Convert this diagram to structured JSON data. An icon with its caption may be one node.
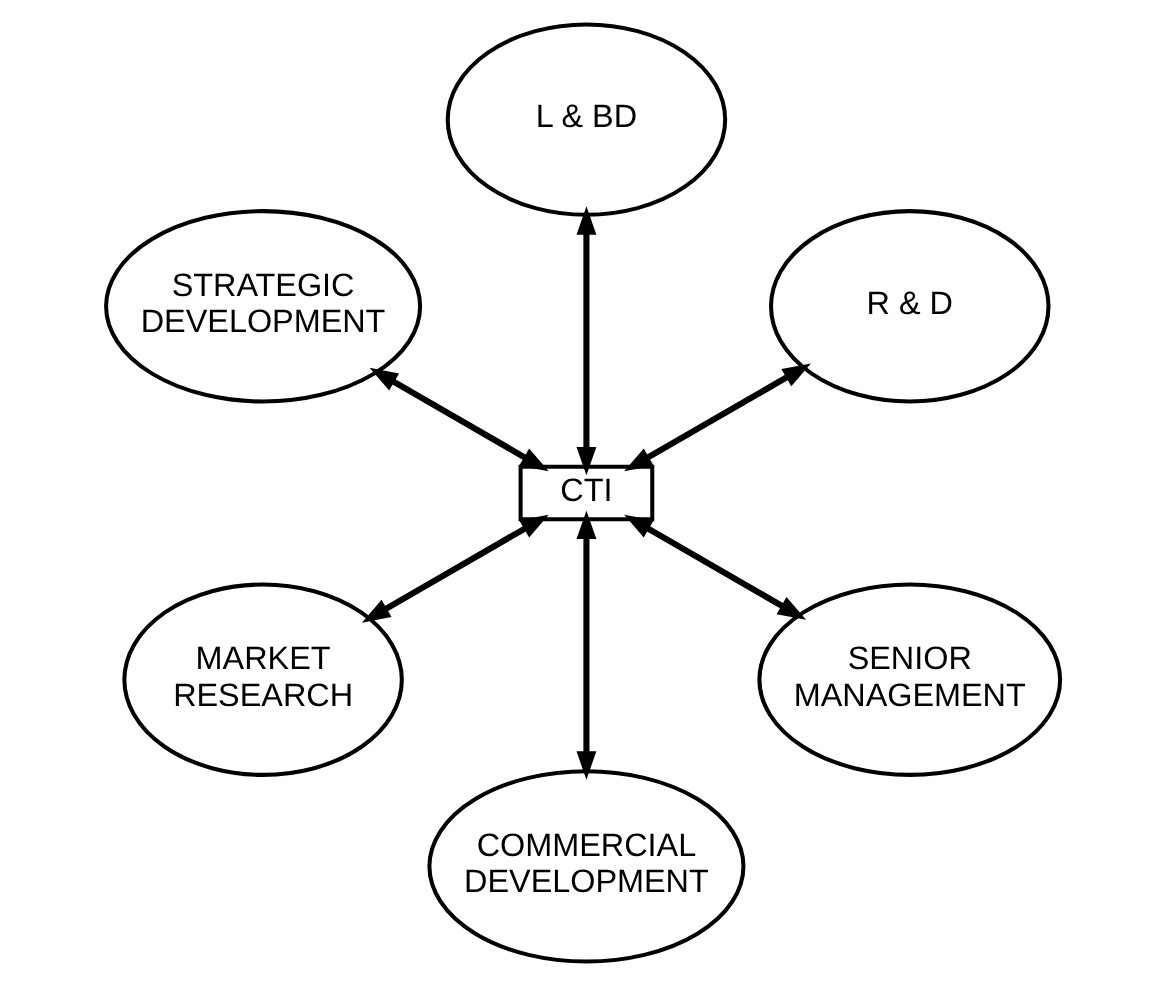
{
  "diagram": {
    "nodes": [
      {
        "text": [
          "R & D"
        ]
      },
      {
        "text": [
          "L & BD"
        ]
      },
      {
        "text": [
          "STRATEGIC DEVELOPMENT"
        ]
      },
      {
        "text": [
          "CTI"
        ]
      },
      {
        "text": [
          "MARKET RESEARCH"
        ]
      },
      {
        "text": [
          "COMMERCIAL DEVELOPMENT"
        ]
      },
      {
        "text": [
          "SENIOR MANAGEMENT"
        ]
      }
    ],
    "edges": [
      {
        "from": 3,
        "to": 0,
        "arrow": "both"
      },
      {
        "from": 3,
        "to": 1,
        "arrow": "both"
      },
      {
        "from": 3,
        "to": 2,
        "arrow": "both"
      },
      {
        "from": 3,
        "to": 4,
        "arrow": "both"
      },
      {
        "from": 3,
        "to": 5,
        "arrow": "both"
      },
      {
        "from": 3,
        "to": 6,
        "arrow": "both"
      }
    ]
  }
}
